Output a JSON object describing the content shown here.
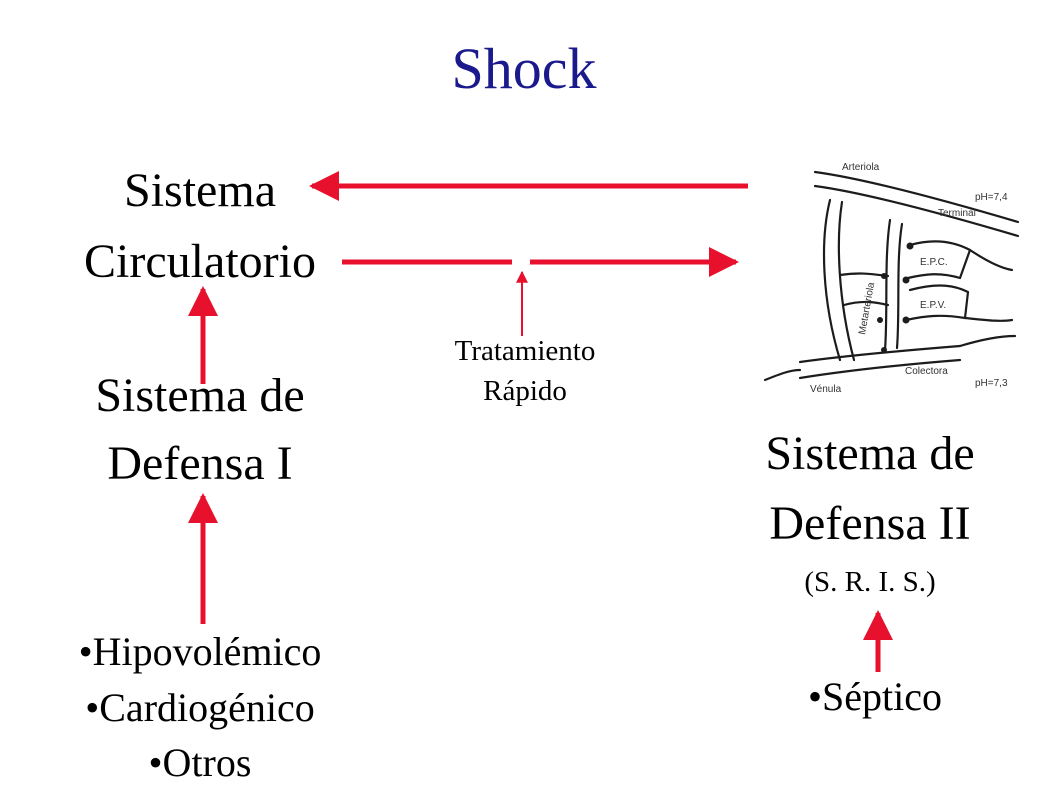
{
  "title": "Shock",
  "colors": {
    "title": "#1a1a8c",
    "arrow": "#e8112d",
    "text": "#000000"
  },
  "nodes": {
    "sistema_circulatorio": [
      "Sistema",
      "Circulatorio"
    ],
    "sistema_defensa_1": [
      "Sistema de",
      "Defensa I"
    ],
    "sistema_defensa_2": [
      "Sistema de",
      "Defensa II",
      "(S. R. I. S.)"
    ],
    "causas_1": [
      "•Hipovolémico",
      "•Cardiogénico",
      "•Otros"
    ],
    "causas_2": [
      "•Séptico"
    ],
    "tratamiento": [
      "Tratamiento",
      "Rápido"
    ]
  },
  "capillary_labels": {
    "arteriola": "Arteriola",
    "terminal": "Terminal",
    "ph_top": "pH=7,4",
    "metarteriola": "Metarteriola",
    "epc": "E.P.C.",
    "epv": "E.P.V.",
    "venula": "Vénula",
    "colectora": "Colectora",
    "ph_bottom": "pH=7,3"
  }
}
